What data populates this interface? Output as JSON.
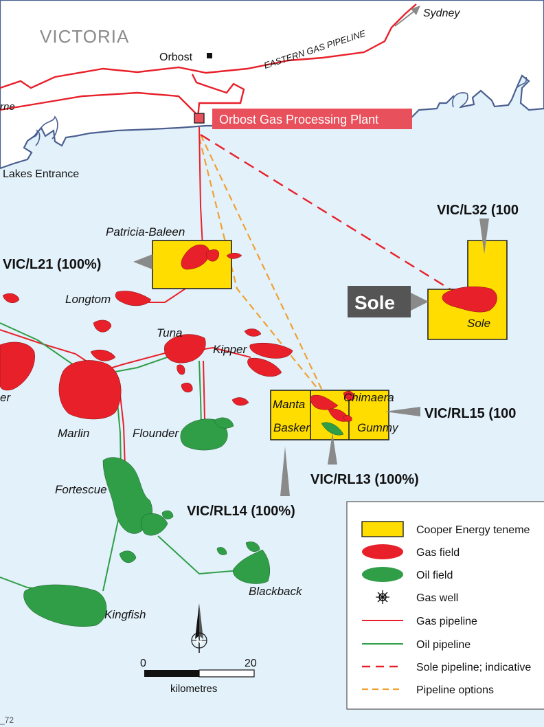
{
  "region": "VICTORIA",
  "towns": {
    "orbost": "Orbost",
    "sydney": "Sydney",
    "lakes_entrance": "Lakes Entrance",
    "melbourne_partial": "rne"
  },
  "pipeline_name": "EASTERN GAS PIPELINE",
  "plant": "Orbost Gas Processing Plant",
  "fields": {
    "patricia_baleen": "Patricia-Baleen",
    "longtom": "Longtom",
    "tuna": "Tuna",
    "kipper": "Kipper",
    "marlin": "Marlin",
    "flounder": "Flounder",
    "fortescue": "Fortescue",
    "kingfish": "Kingfish",
    "blackback": "Blackback",
    "manta": "Manta",
    "basker": "Basker",
    "chimaera": "Chimaera",
    "gummy": "Gummy",
    "sole": "Sole",
    "partial_left": "er"
  },
  "tenements": {
    "vic_l21": "VIC/L21 (100%)",
    "vic_l32": "VIC/L32 (100",
    "vic_rl15": "VIC/RL15 (100",
    "vic_rl13": "VIC/RL13 (100%)",
    "vic_rl14": "VIC/RL14 (100%)"
  },
  "sole_callout": "Sole",
  "scale": {
    "start": "0",
    "end": "20",
    "unit": "kilometres"
  },
  "north": "N",
  "ref_code": "_72",
  "legend": {
    "items": [
      {
        "label": "Cooper Energy teneme",
        "symbol": "tenement"
      },
      {
        "label": "Gas field",
        "symbol": "gas-field"
      },
      {
        "label": "Oil field",
        "symbol": "oil-field"
      },
      {
        "label": "Gas well",
        "symbol": "gas-well"
      },
      {
        "label": "Gas pipeline",
        "symbol": "gas-pipeline"
      },
      {
        "label": "Oil pipeline",
        "symbol": "oil-pipeline"
      },
      {
        "label": "Sole pipeline; indicative",
        "symbol": "sole-pipeline"
      },
      {
        "label": "Pipeline options",
        "symbol": "pipeline-options"
      }
    ]
  },
  "colors": {
    "sea": "#e3f1fa",
    "land": "#ffffff",
    "coast": "#4a5f8f",
    "gas": "#e8202a",
    "oil": "#2f9e47",
    "tenement": "#ffdd00",
    "plant_box": "#e8505c",
    "pointer": "#8a8a8a",
    "options": "#f0a030"
  }
}
